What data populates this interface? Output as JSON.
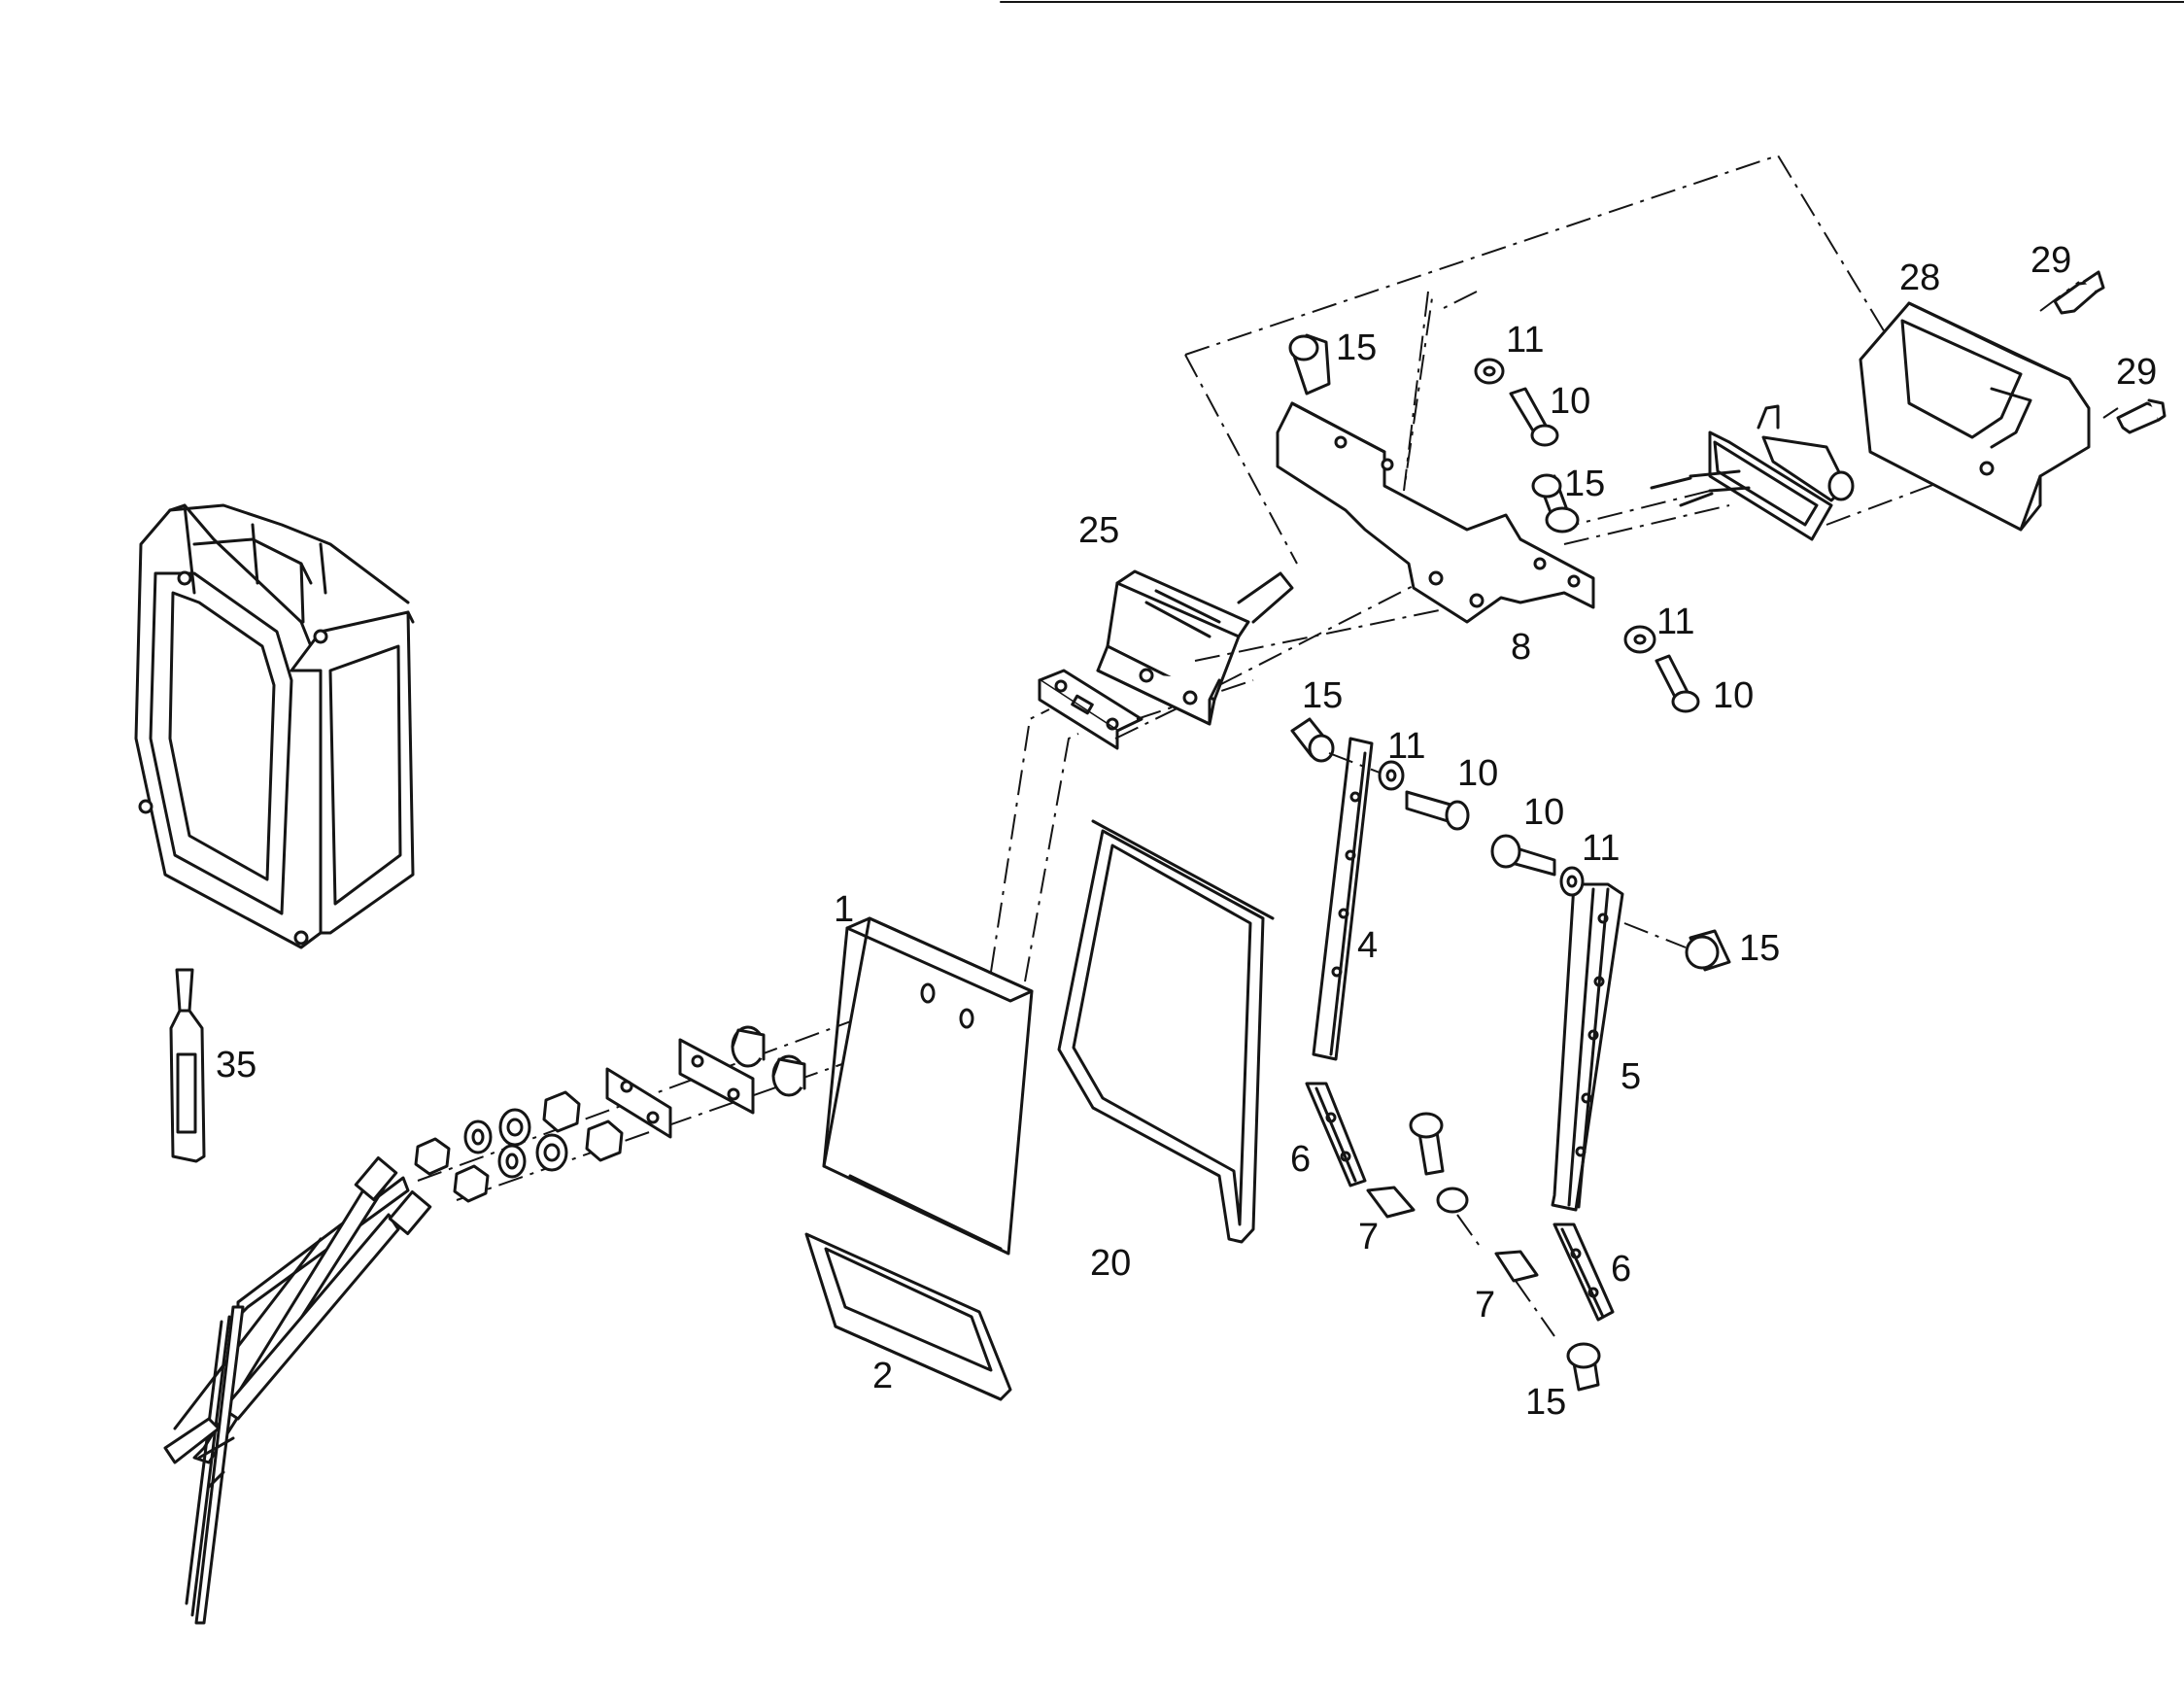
{
  "diagram": {
    "labels": [
      {
        "id": "lbl-1",
        "text": "1"
      },
      {
        "id": "lbl-2",
        "text": "2"
      },
      {
        "id": "lbl-4",
        "text": "4"
      },
      {
        "id": "lbl-5",
        "text": "5"
      },
      {
        "id": "lbl-6a",
        "text": "6"
      },
      {
        "id": "lbl-6b",
        "text": "6"
      },
      {
        "id": "lbl-7a",
        "text": "7"
      },
      {
        "id": "lbl-7b",
        "text": "7"
      },
      {
        "id": "lbl-8",
        "text": "8"
      },
      {
        "id": "lbl-10a",
        "text": "10"
      },
      {
        "id": "lbl-10b",
        "text": "10"
      },
      {
        "id": "lbl-10c",
        "text": "10"
      },
      {
        "id": "lbl-10d",
        "text": "10"
      },
      {
        "id": "lbl-11a",
        "text": "11"
      },
      {
        "id": "lbl-11b",
        "text": "11"
      },
      {
        "id": "lbl-11c",
        "text": "11"
      },
      {
        "id": "lbl-11d",
        "text": "11"
      },
      {
        "id": "lbl-15a",
        "text": "15"
      },
      {
        "id": "lbl-15b",
        "text": "15"
      },
      {
        "id": "lbl-15c",
        "text": "15"
      },
      {
        "id": "lbl-15d",
        "text": "15"
      },
      {
        "id": "lbl-15e",
        "text": "15"
      },
      {
        "id": "lbl-20",
        "text": "20"
      },
      {
        "id": "lbl-25",
        "text": "25"
      },
      {
        "id": "lbl-28",
        "text": "28"
      },
      {
        "id": "lbl-29a",
        "text": "29"
      },
      {
        "id": "lbl-29b",
        "text": "29"
      },
      {
        "id": "lbl-35",
        "text": "35"
      }
    ]
  }
}
